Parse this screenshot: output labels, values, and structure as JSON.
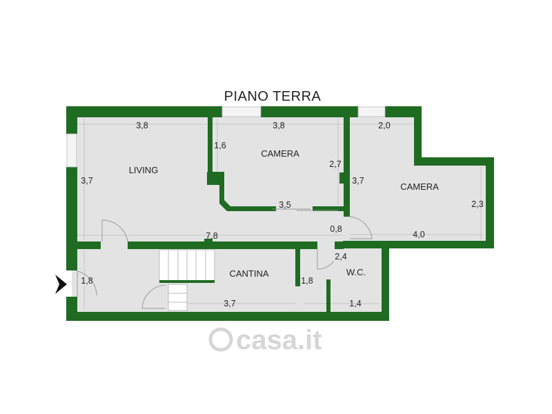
{
  "title": "PIANO TERRA",
  "colors": {
    "wall": "#1f6b22",
    "floor": "#e3e3e3",
    "window": "#f4f4f4"
  },
  "rooms": {
    "living": "LIVING",
    "camera1": "CAMERA",
    "camera2": "CAMERA",
    "cantina": "CANTINA",
    "wc": "W.C."
  },
  "dimensions": {
    "living_width": "3,8",
    "living_height": "3,7",
    "camera1_width": "3,8",
    "camera1_left": "1,6",
    "camera1_right": "2,7",
    "camera1_bottom": "3,5",
    "camera2_top": "2,0",
    "camera2_left": "3,7",
    "camera2_right": "2,3",
    "camera2_bottom": "4,0",
    "corridor_width": "7,8",
    "hall": "0,8",
    "entry": "1,8",
    "cantina_bottom": "3,7",
    "cantina_right": "1,8",
    "wc_top": "2,4",
    "wc_bottom": "1,4"
  },
  "watermark": "casa.it"
}
